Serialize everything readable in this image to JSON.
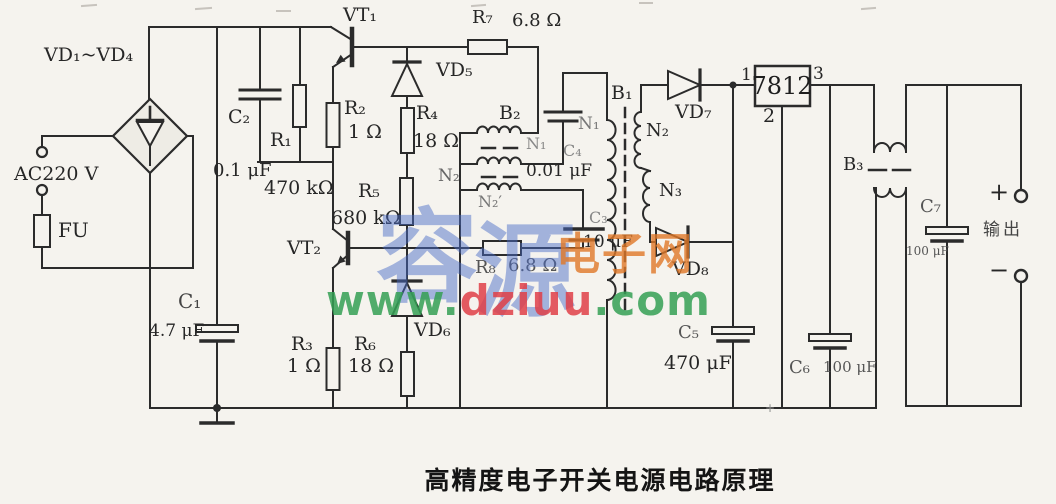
{
  "title": "高精度电子开关电源电路原理",
  "watermark": {
    "brand": "容源",
    "brand_char1": "容",
    "brand_char2": "源",
    "brand_suffix": "电子网",
    "url_prefix": "www.",
    "url_name": "dziuu",
    "url_tld": ".com"
  },
  "input": {
    "source": "AC220 V",
    "fuse": "FU",
    "bridge": "VD₁~VD₄"
  },
  "transistors": {
    "vt1": "VT₁",
    "vt2": "VT₂"
  },
  "diodes": {
    "vd5": "VD₅",
    "vd6": "VD₆",
    "vd7": "VD₇",
    "vd8": "VD₈"
  },
  "resistors": {
    "r1": {
      "name": "R₁",
      "value": "470 kΩ"
    },
    "r2": {
      "name": "R₂",
      "value": "1 Ω"
    },
    "r3": {
      "name": "R₃",
      "value": "1 Ω"
    },
    "r4": {
      "name": "R₄",
      "value": "18 Ω"
    },
    "r5": {
      "name": "R₅",
      "value": "680 kΩ"
    },
    "r6": {
      "name": "R₆",
      "value": "18 Ω"
    },
    "r7": {
      "name": "R₇",
      "value": "6.8 Ω"
    },
    "r8": {
      "name": "R₈",
      "value": "6.8 Ω"
    }
  },
  "capacitors": {
    "c1": {
      "name": "C₁",
      "value": "4.7 μF"
    },
    "c2": {
      "name": "C₂",
      "value": "0.1 μF"
    },
    "c3": {
      "name": "C₃",
      "value": "10 μF"
    },
    "c4": {
      "name": "C₄",
      "value": "0.01 μF"
    },
    "c5": {
      "name": "C₅",
      "value": "470 μF"
    },
    "c6": {
      "name": "C₆",
      "value": "100 μF"
    },
    "c7": {
      "name": "C₇",
      "value": "100 μF"
    }
  },
  "transformers": {
    "b1": {
      "name": "B₁",
      "n1": "N₁",
      "n2": "N₂",
      "n3": "N₃"
    },
    "b2": {
      "name": "B₂",
      "n1": "N₁",
      "n2": "N₂",
      "n2p": "N₂′"
    },
    "b3": {
      "name": "B₃"
    }
  },
  "regulator": {
    "part": "7812",
    "pin1": "1",
    "pin2": "2",
    "pin3": "3"
  },
  "output": {
    "plus": "+",
    "label": "输出",
    "minus": "−"
  },
  "marks": {
    "plus_artifact": "+"
  }
}
